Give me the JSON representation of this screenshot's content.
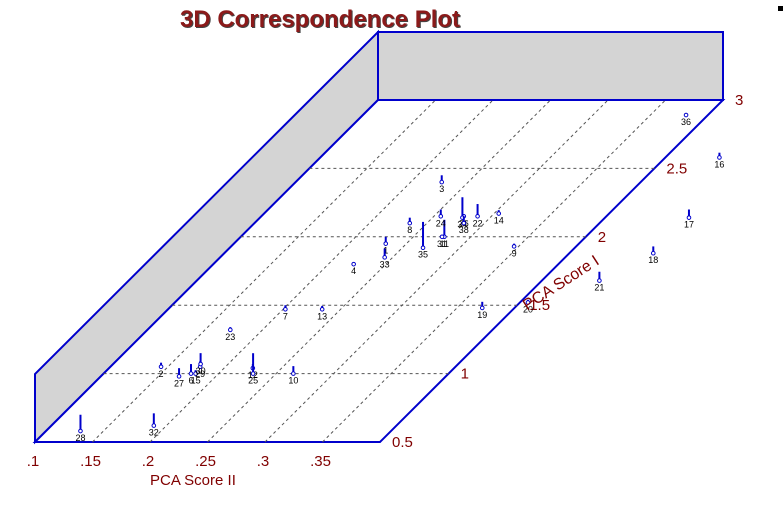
{
  "chart_data": {
    "type": "scatter",
    "title": "3D Correspondence Plot",
    "xlabel": "PCA Score II",
    "ylabel": "PCA Score I",
    "x_ticks": [
      ".1",
      ".15",
      ".2",
      ".25",
      ".3",
      ".35"
    ],
    "y_ticks": [
      "0.5",
      "1",
      "1.5",
      "2",
      "2.5",
      "3"
    ],
    "xlim": [
      0.1,
      0.4
    ],
    "ylim": [
      0.5,
      3
    ],
    "zlim": [
      0,
      1
    ],
    "grid": true,
    "points": [
      {
        "label": "1",
        "x": 0.232,
        "y": 1.95,
        "z": 0.1
      },
      {
        "label": "2",
        "x": 0.144,
        "y": 1.05,
        "z": 0.06
      },
      {
        "label": "3",
        "x": 0.227,
        "y": 2.4,
        "z": 0.1
      },
      {
        "label": "4",
        "x": 0.222,
        "y": 1.8,
        "z": 0.0
      },
      {
        "label": "6",
        "x": 0.176,
        "y": 1.0,
        "z": 0.14
      },
      {
        "label": "7",
        "x": 0.202,
        "y": 1.47,
        "z": 0.06
      },
      {
        "label": "8",
        "x": 0.235,
        "y": 2.1,
        "z": 0.08
      },
      {
        "label": "9",
        "x": 0.346,
        "y": 1.93,
        "z": 0.04
      },
      {
        "label": "10",
        "x": 0.265,
        "y": 1.0,
        "z": 0.11
      },
      {
        "label": "11",
        "x": 0.277,
        "y": 2.0,
        "z": 0.25
      },
      {
        "label": "12",
        "x": 0.225,
        "y": 1.04,
        "z": 0.06
      },
      {
        "label": "13",
        "x": 0.234,
        "y": 1.47,
        "z": 0.05
      },
      {
        "label": "14",
        "x": 0.304,
        "y": 2.17,
        "z": 0.05
      },
      {
        "label": "15",
        "x": 0.18,
        "y": 1.0,
        "z": 0.05
      },
      {
        "label": "16",
        "x": 0.447,
        "y": 2.58,
        "z": 0.07
      },
      {
        "label": "17",
        "x": 0.473,
        "y": 2.14,
        "z": 0.12
      },
      {
        "label": "18",
        "x": 0.473,
        "y": 1.88,
        "z": 0.1
      },
      {
        "label": "19",
        "x": 0.372,
        "y": 1.48,
        "z": 0.09
      },
      {
        "label": "20",
        "x": 0.407,
        "y": 1.52,
        "z": 0.04
      },
      {
        "label": "21",
        "x": 0.45,
        "y": 1.68,
        "z": 0.13
      },
      {
        "label": "22",
        "x": 0.288,
        "y": 2.15,
        "z": 0.18
      },
      {
        "label": "23",
        "x": 0.172,
        "y": 1.32,
        "z": 0.04
      },
      {
        "label": "24",
        "x": 0.256,
        "y": 2.15,
        "z": 0.1
      },
      {
        "label": "25",
        "x": 0.23,
        "y": 1.0,
        "z": 0.3
      },
      {
        "label": "26",
        "x": 0.276,
        "y": 2.15,
        "z": 0.0
      },
      {
        "label": "27",
        "x": 0.168,
        "y": 0.98,
        "z": 0.12
      },
      {
        "label": "28",
        "x": 0.13,
        "y": 0.58,
        "z": 0.24
      },
      {
        "label": "29",
        "x": 0.178,
        "y": 1.05,
        "z": 0.08
      },
      {
        "label": "30",
        "x": 0.176,
        "y": 1.07,
        "z": 0.16
      },
      {
        "label": "31",
        "x": 0.275,
        "y": 2.0,
        "z": 0.02
      },
      {
        "label": "32",
        "x": 0.189,
        "y": 0.62,
        "z": 0.18
      },
      {
        "label": "33",
        "x": 0.243,
        "y": 1.85,
        "z": 0.13
      },
      {
        "label": "34",
        "x": 0.276,
        "y": 2.14,
        "z": 0.3
      },
      {
        "label": "35",
        "x": 0.268,
        "y": 1.92,
        "z": 0.38
      },
      {
        "label": "36",
        "x": 0.381,
        "y": 2.89,
        "z": 0.0
      },
      {
        "label": "38",
        "x": 0.282,
        "y": 2.1,
        "z": 0.1
      }
    ]
  }
}
